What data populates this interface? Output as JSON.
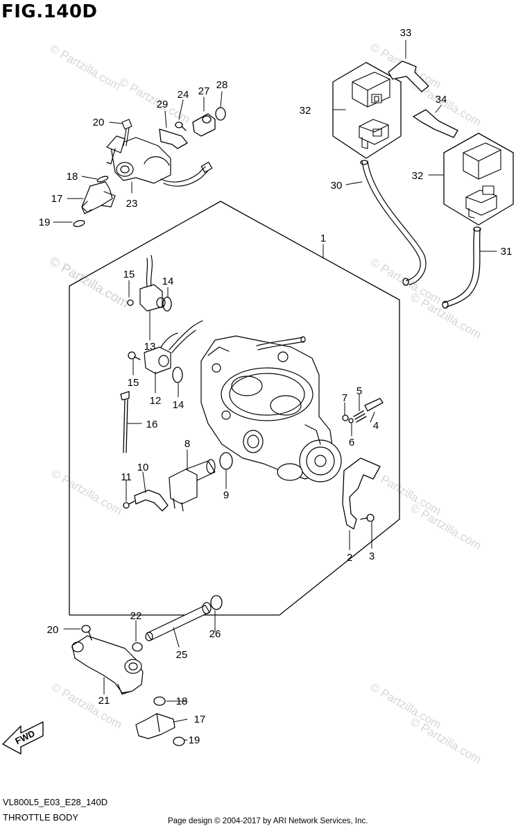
{
  "figure_title": "FIG.140D",
  "model_code": "VL800L5_E03_E28_140D",
  "section_title": "THROTTLE BODY",
  "credit": "Page design © 2004-2017 by ARI Network Services, Inc.",
  "watermark": "© Partzilla.com",
  "callouts": [
    "1",
    "2",
    "3",
    "4",
    "5",
    "6",
    "7",
    "8",
    "9",
    "10",
    "11",
    "12",
    "13",
    "14",
    "14",
    "15",
    "15",
    "16",
    "17",
    "17",
    "18",
    "18",
    "19",
    "19",
    "20",
    "20",
    "21",
    "22",
    "23",
    "24",
    "25",
    "26",
    "27",
    "28",
    "29",
    "30",
    "31",
    "32",
    "32",
    "33",
    "34"
  ],
  "fwd_label": "FWD"
}
